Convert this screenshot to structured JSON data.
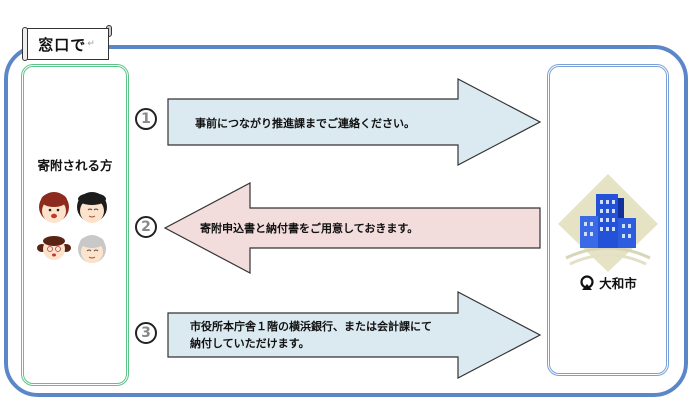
{
  "header": {
    "title": "窓口で",
    "return_mark": "↵"
  },
  "donor": {
    "label": "寄附される方",
    "icon": "family-faces-icon"
  },
  "city": {
    "name": "大和市",
    "logo_icon": "yamato-city-emblem-icon",
    "building_icon": "city-hall-building-icon"
  },
  "steps": [
    {
      "number": "1",
      "direction": "right",
      "text": "事前につながり推進課までご連絡ください。",
      "color": "#dbe9f0"
    },
    {
      "number": "2",
      "direction": "left",
      "text": "寄附申込書と納付書をご用意しておきます。",
      "color": "#f2dcdc"
    },
    {
      "number": "3",
      "direction": "right",
      "text_line1": "市役所本庁舎１階の横浜銀行、または会計課にて",
      "text_line2": "納付していただけます。",
      "color": "#dbe9f0"
    }
  ],
  "colors": {
    "frame": "#5b87c9",
    "donor_border": "#5ec48a",
    "city_border": "#7ba2d8"
  }
}
